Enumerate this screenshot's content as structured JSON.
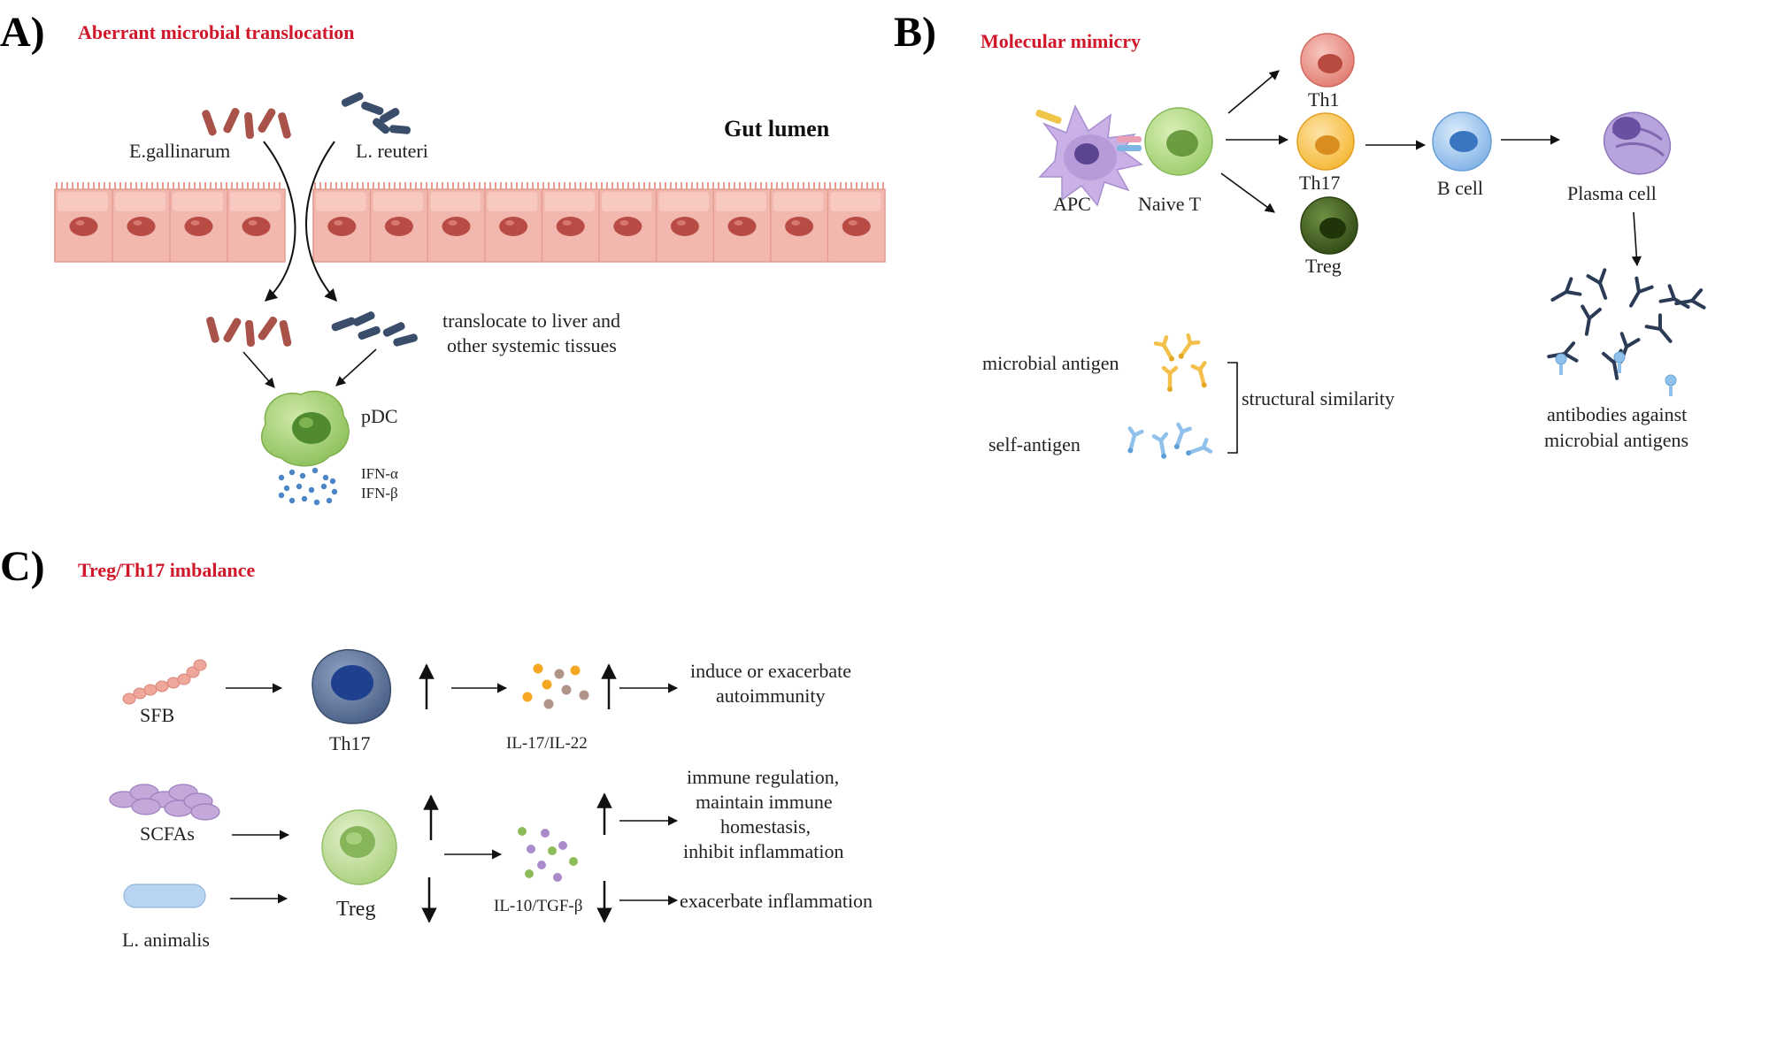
{
  "panelA": {
    "letter": "A)",
    "title": "Aberrant  microbial translocation",
    "lumen": "Gut lumen",
    "bacteria1": "E.gallinarum",
    "bacteria2": "L. reuteri",
    "translocate_line1": "translocate to liver and",
    "translocate_line2": "other systemic tissues",
    "pdc": "pDC",
    "ifn_a": "IFN-α",
    "ifn_b": "IFN-β"
  },
  "panelB": {
    "letter": "B)",
    "title": "Molecular mimicry",
    "apc": "APC",
    "naive": "Naive T",
    "th1": "Th1",
    "th17": "Th17",
    "treg": "Treg",
    "bcell": "B cell",
    "plasma": "Plasma cell",
    "microbial_antigen": "microbial antigen",
    "self_antigen": "self-antigen",
    "structural": "structural  similarity",
    "antibodies_line1": "antibodies against",
    "antibodies_line2": "microbial antigens"
  },
  "panelC": {
    "letter": "C)",
    "title": "Treg/Th17 imbalance",
    "sfb": "SFB",
    "th17": "Th17",
    "il17": "IL-17/IL-22",
    "induce_line1": "induce or exacerbate",
    "induce_line2": "autoimmunity",
    "scfas": "SCFAs",
    "lanimalis": "L. animalis",
    "treg": "Treg",
    "il10": "IL-10/TGF-β",
    "reg_line1": "immune regulation,",
    "reg_line2": "maintain immune",
    "reg_line3": "homestasis,",
    "reg_line4": "inhibit inflammation",
    "exacerbate": "exacerbate inflammation"
  },
  "colors": {
    "title_red": "#d0182a",
    "epithelium": "#f2b7ae",
    "nucleus": "#b84c45",
    "bacteria_red": "#a8524a",
    "bacteria_blue": "#3a4d6a",
    "pdc_green": "#9ccc6b",
    "apc_purple": "#b79ad8",
    "th1": "#e8847a",
    "th17_yellow": "#f5b733",
    "treg_dark": "#3d5a1e",
    "bcell_blue": "#7fb1e6",
    "plasma_purple": "#9b82c6",
    "antibody": "#2b3a55"
  }
}
